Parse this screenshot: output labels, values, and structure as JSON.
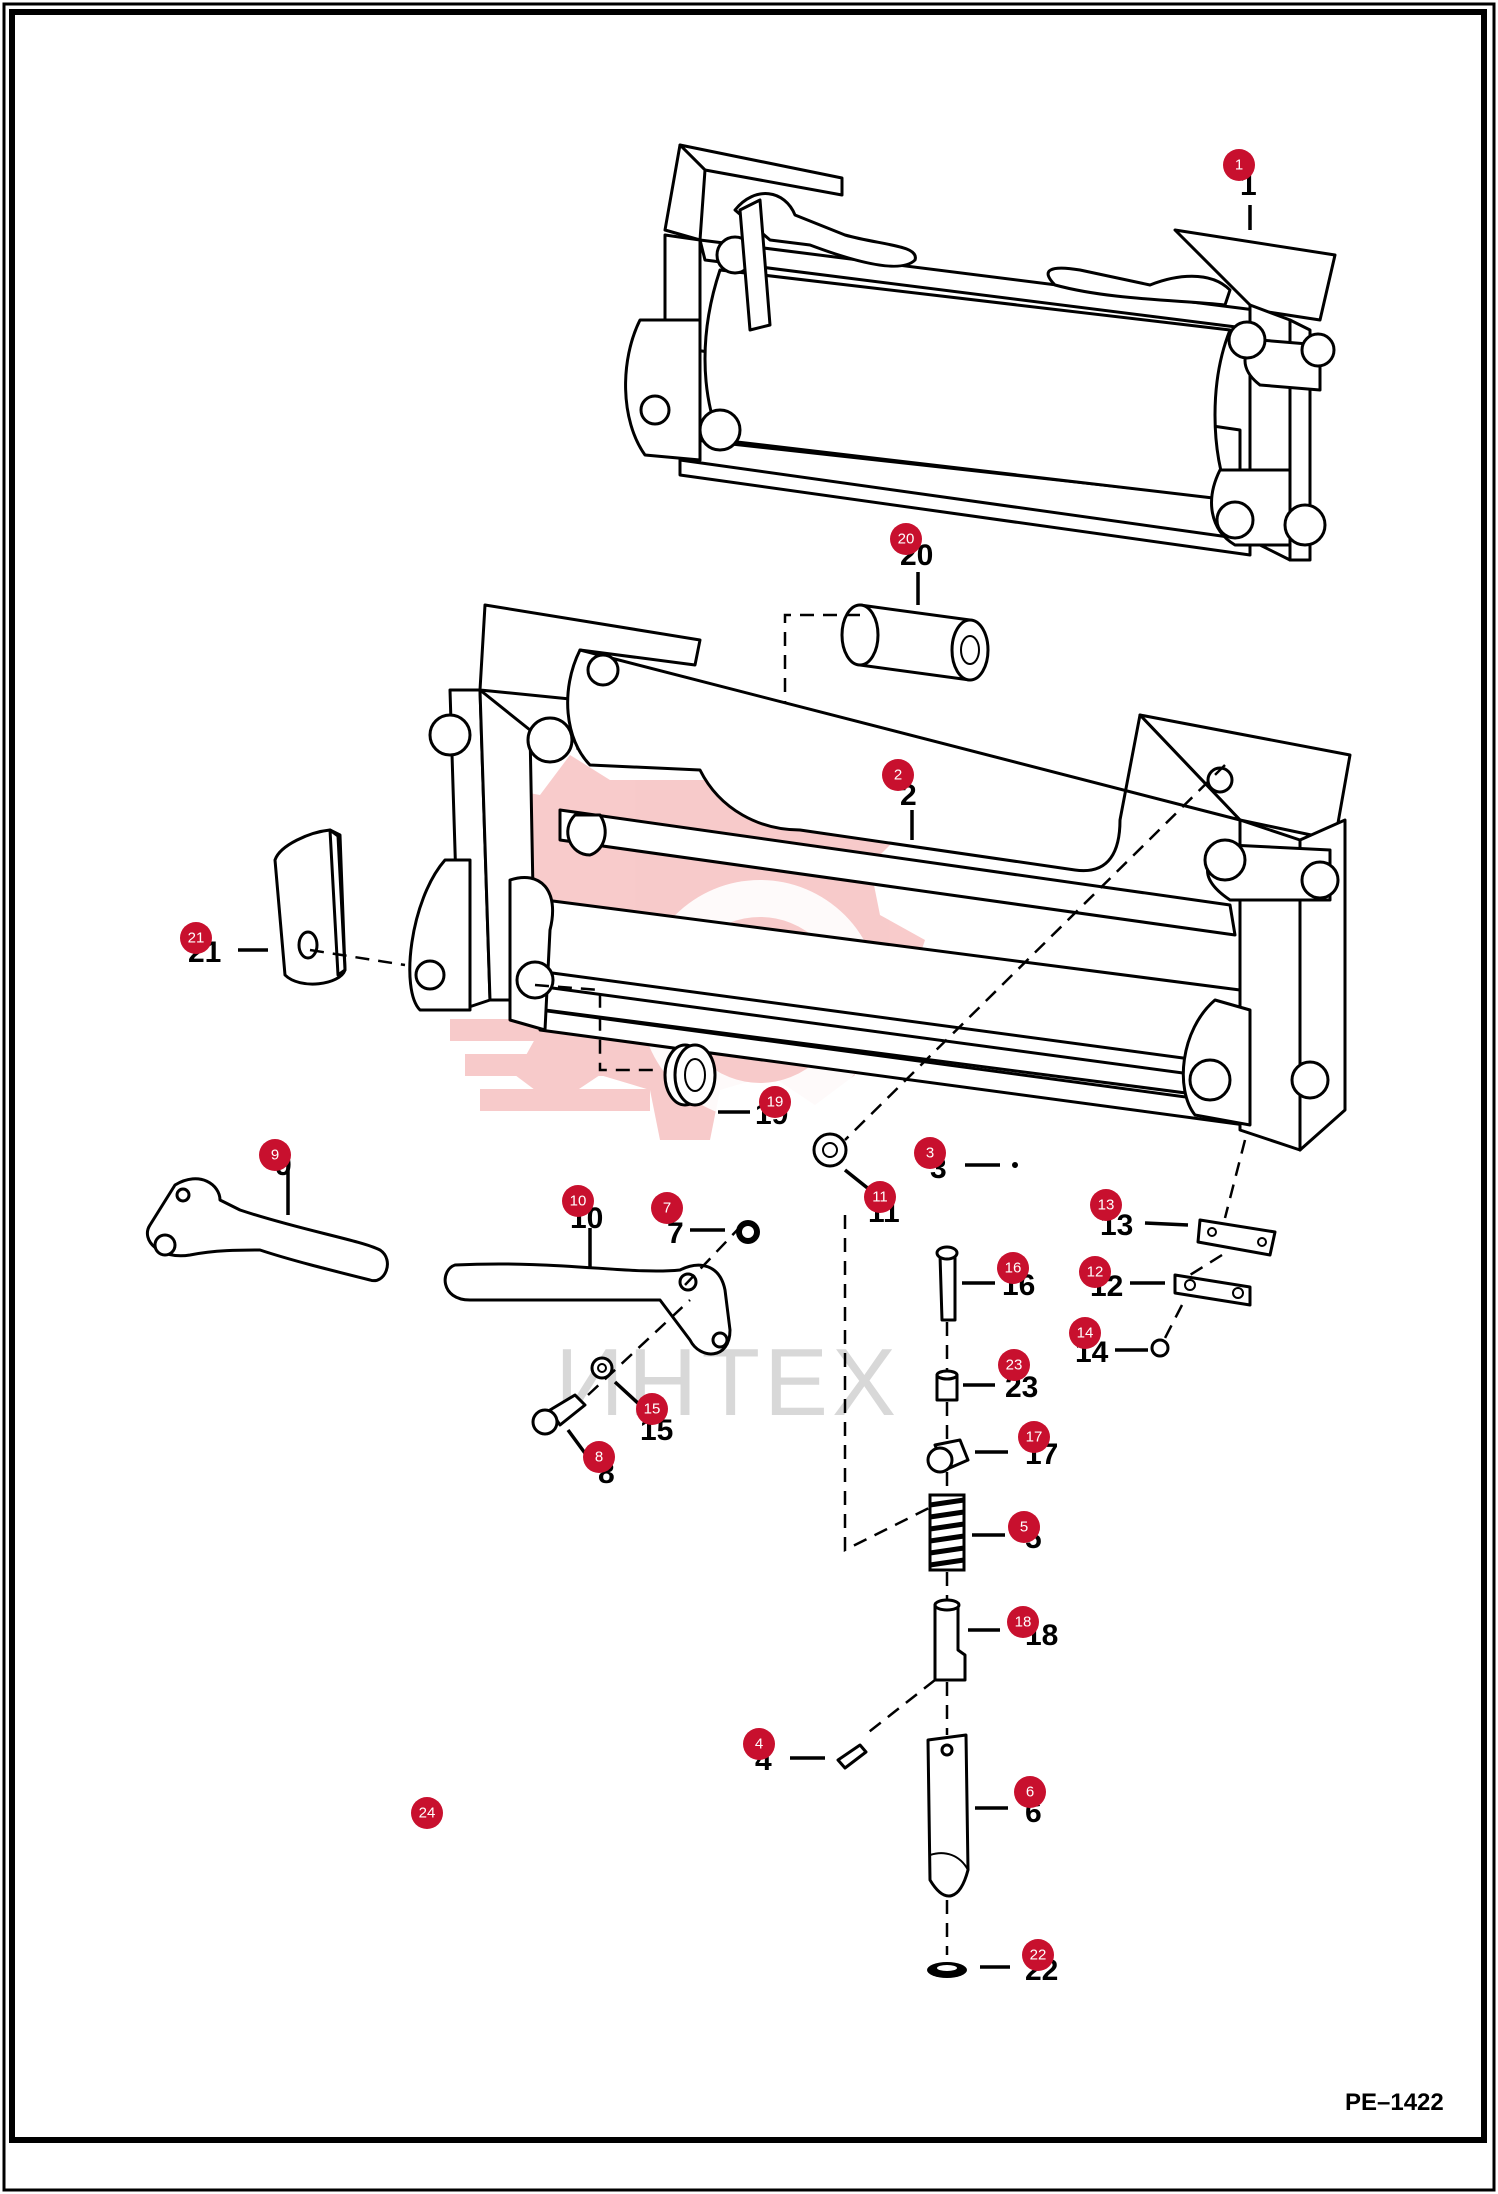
{
  "drawing": {
    "code": "PE–1422",
    "watermark_text": "ИНТЕХ"
  },
  "callouts": [
    {
      "id": "1",
      "num": "1",
      "label": "1"
    },
    {
      "id": "2",
      "num": "2",
      "label": "2"
    },
    {
      "id": "3",
      "num": "3",
      "label": "3"
    },
    {
      "id": "4",
      "num": "4",
      "label": "4"
    },
    {
      "id": "5",
      "num": "5",
      "label": "5"
    },
    {
      "id": "6",
      "num": "6",
      "label": "6"
    },
    {
      "id": "7",
      "num": "7",
      "label": "7"
    },
    {
      "id": "8",
      "num": "8",
      "label": "8"
    },
    {
      "id": "9",
      "num": "9",
      "label": "9"
    },
    {
      "id": "10",
      "num": "10",
      "label": "10"
    },
    {
      "id": "11",
      "num": "11",
      "label": "11"
    },
    {
      "id": "12",
      "num": "12",
      "label": "12"
    },
    {
      "id": "13",
      "num": "13",
      "label": "13"
    },
    {
      "id": "14",
      "num": "14",
      "label": "14"
    },
    {
      "id": "15",
      "num": "15",
      "label": "15"
    },
    {
      "id": "16",
      "num": "16",
      "label": "16"
    },
    {
      "id": "17",
      "num": "17",
      "label": "17"
    },
    {
      "id": "18",
      "num": "18",
      "label": "18"
    },
    {
      "id": "19",
      "num": "19",
      "label": "19"
    },
    {
      "id": "20",
      "num": "20",
      "label": "20"
    },
    {
      "id": "21",
      "num": "21",
      "label": "21"
    },
    {
      "id": "22",
      "num": "22",
      "label": "22"
    },
    {
      "id": "23",
      "num": "23",
      "label": "23"
    },
    {
      "id": "24",
      "label": "24"
    }
  ],
  "colors": {
    "badge": "#c8102e",
    "watermark": "#f2b3b3",
    "line": "#000000"
  }
}
